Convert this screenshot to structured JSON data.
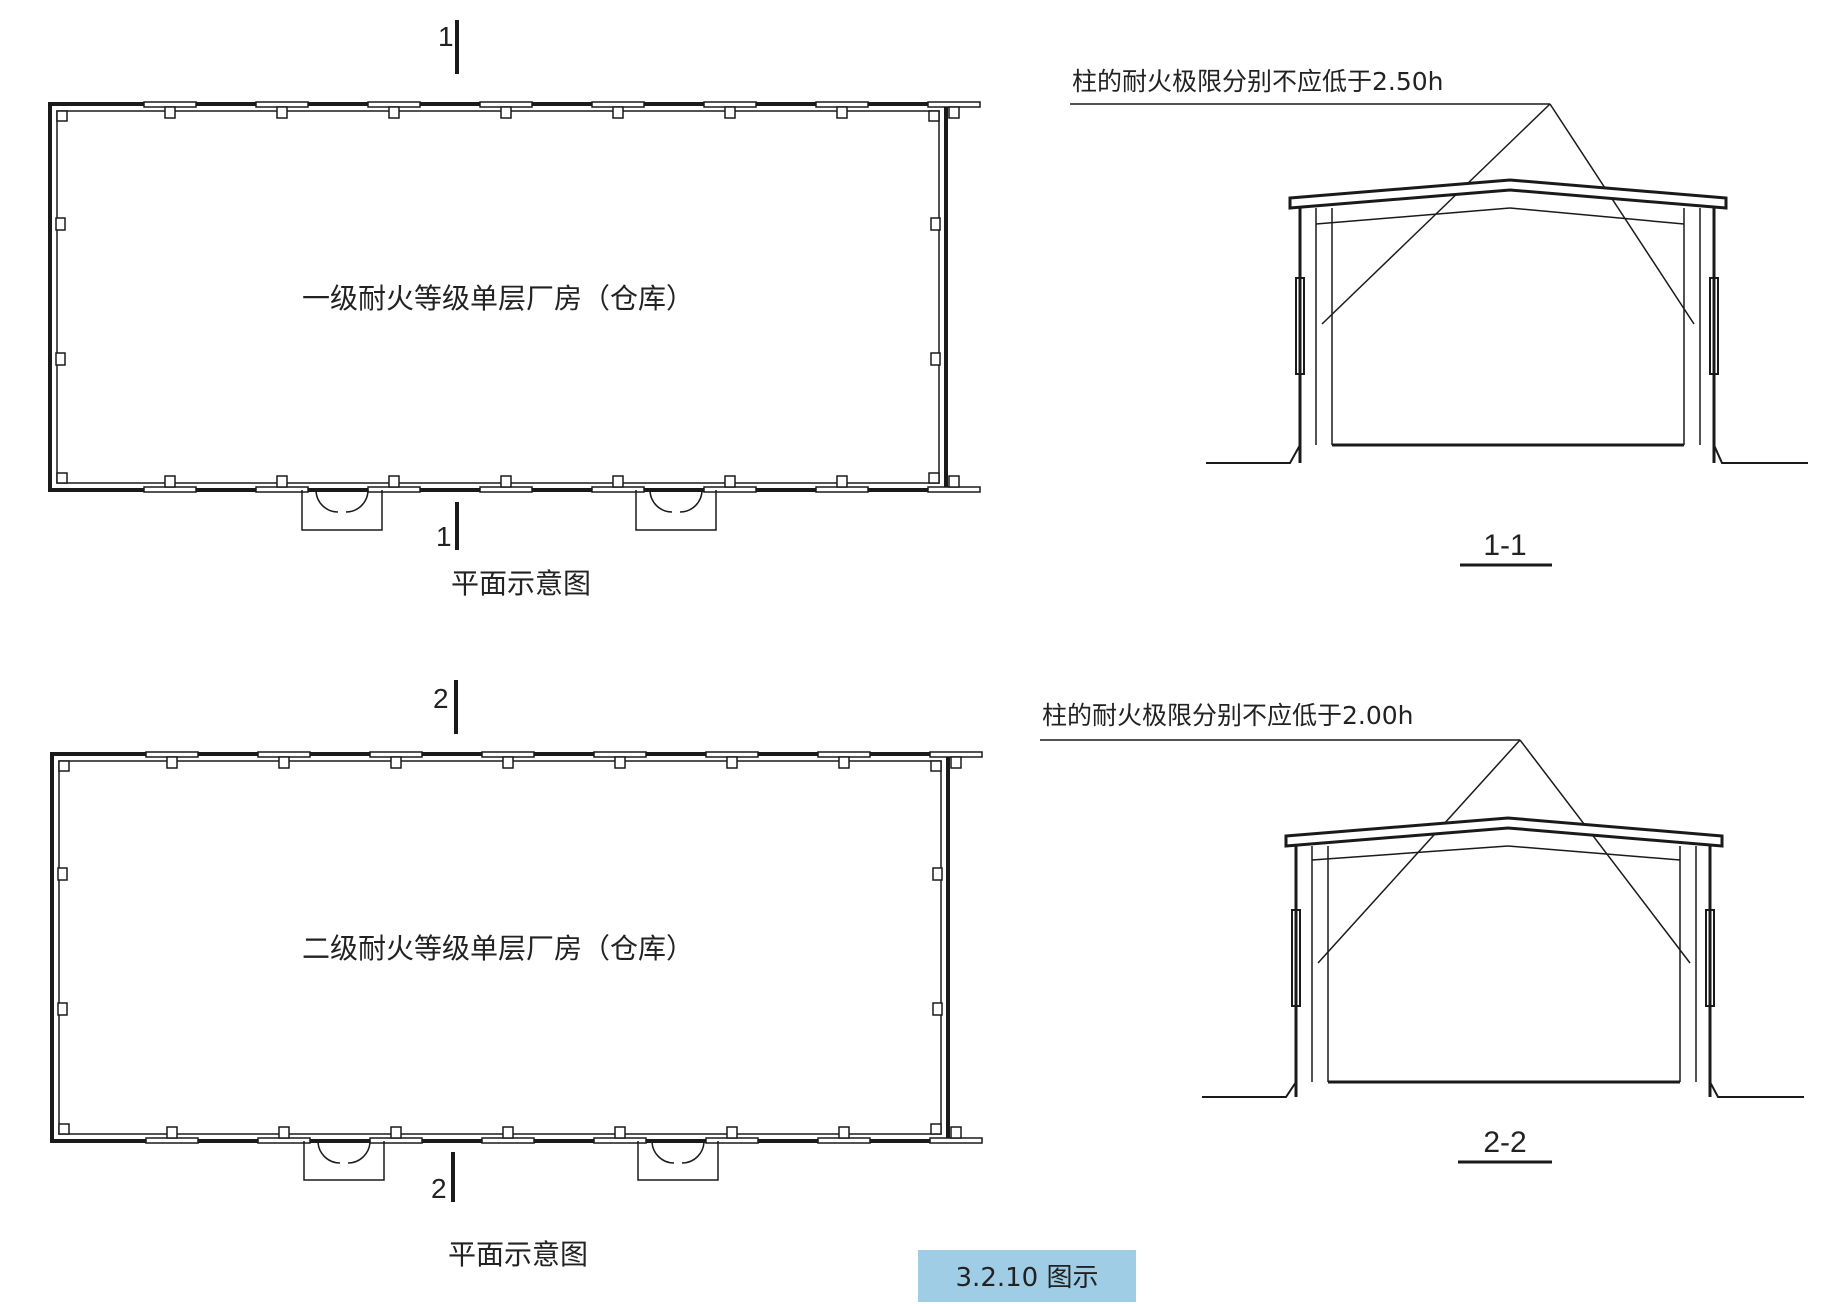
{
  "plans": [
    {
      "cut_mark_top": "1",
      "cut_mark_bottom": "1",
      "title": "一级耐火等级单层厂房（仓库）",
      "caption": "平面示意图"
    },
    {
      "cut_mark_top": "2",
      "cut_mark_bottom": "2",
      "title": "二级耐火等级单层厂房（仓库）",
      "caption": "平面示意图"
    }
  ],
  "sections": [
    {
      "note": "柱的耐火极限分别不应低于2.50h",
      "label": "1-1"
    },
    {
      "note": "柱的耐火极限分别不应低于2.00h",
      "label": "2-2"
    }
  ],
  "figure_caption": "3.2.10 图示",
  "colors": {
    "line": "#1a1a1a",
    "caption_bg": "#9fcde6"
  }
}
